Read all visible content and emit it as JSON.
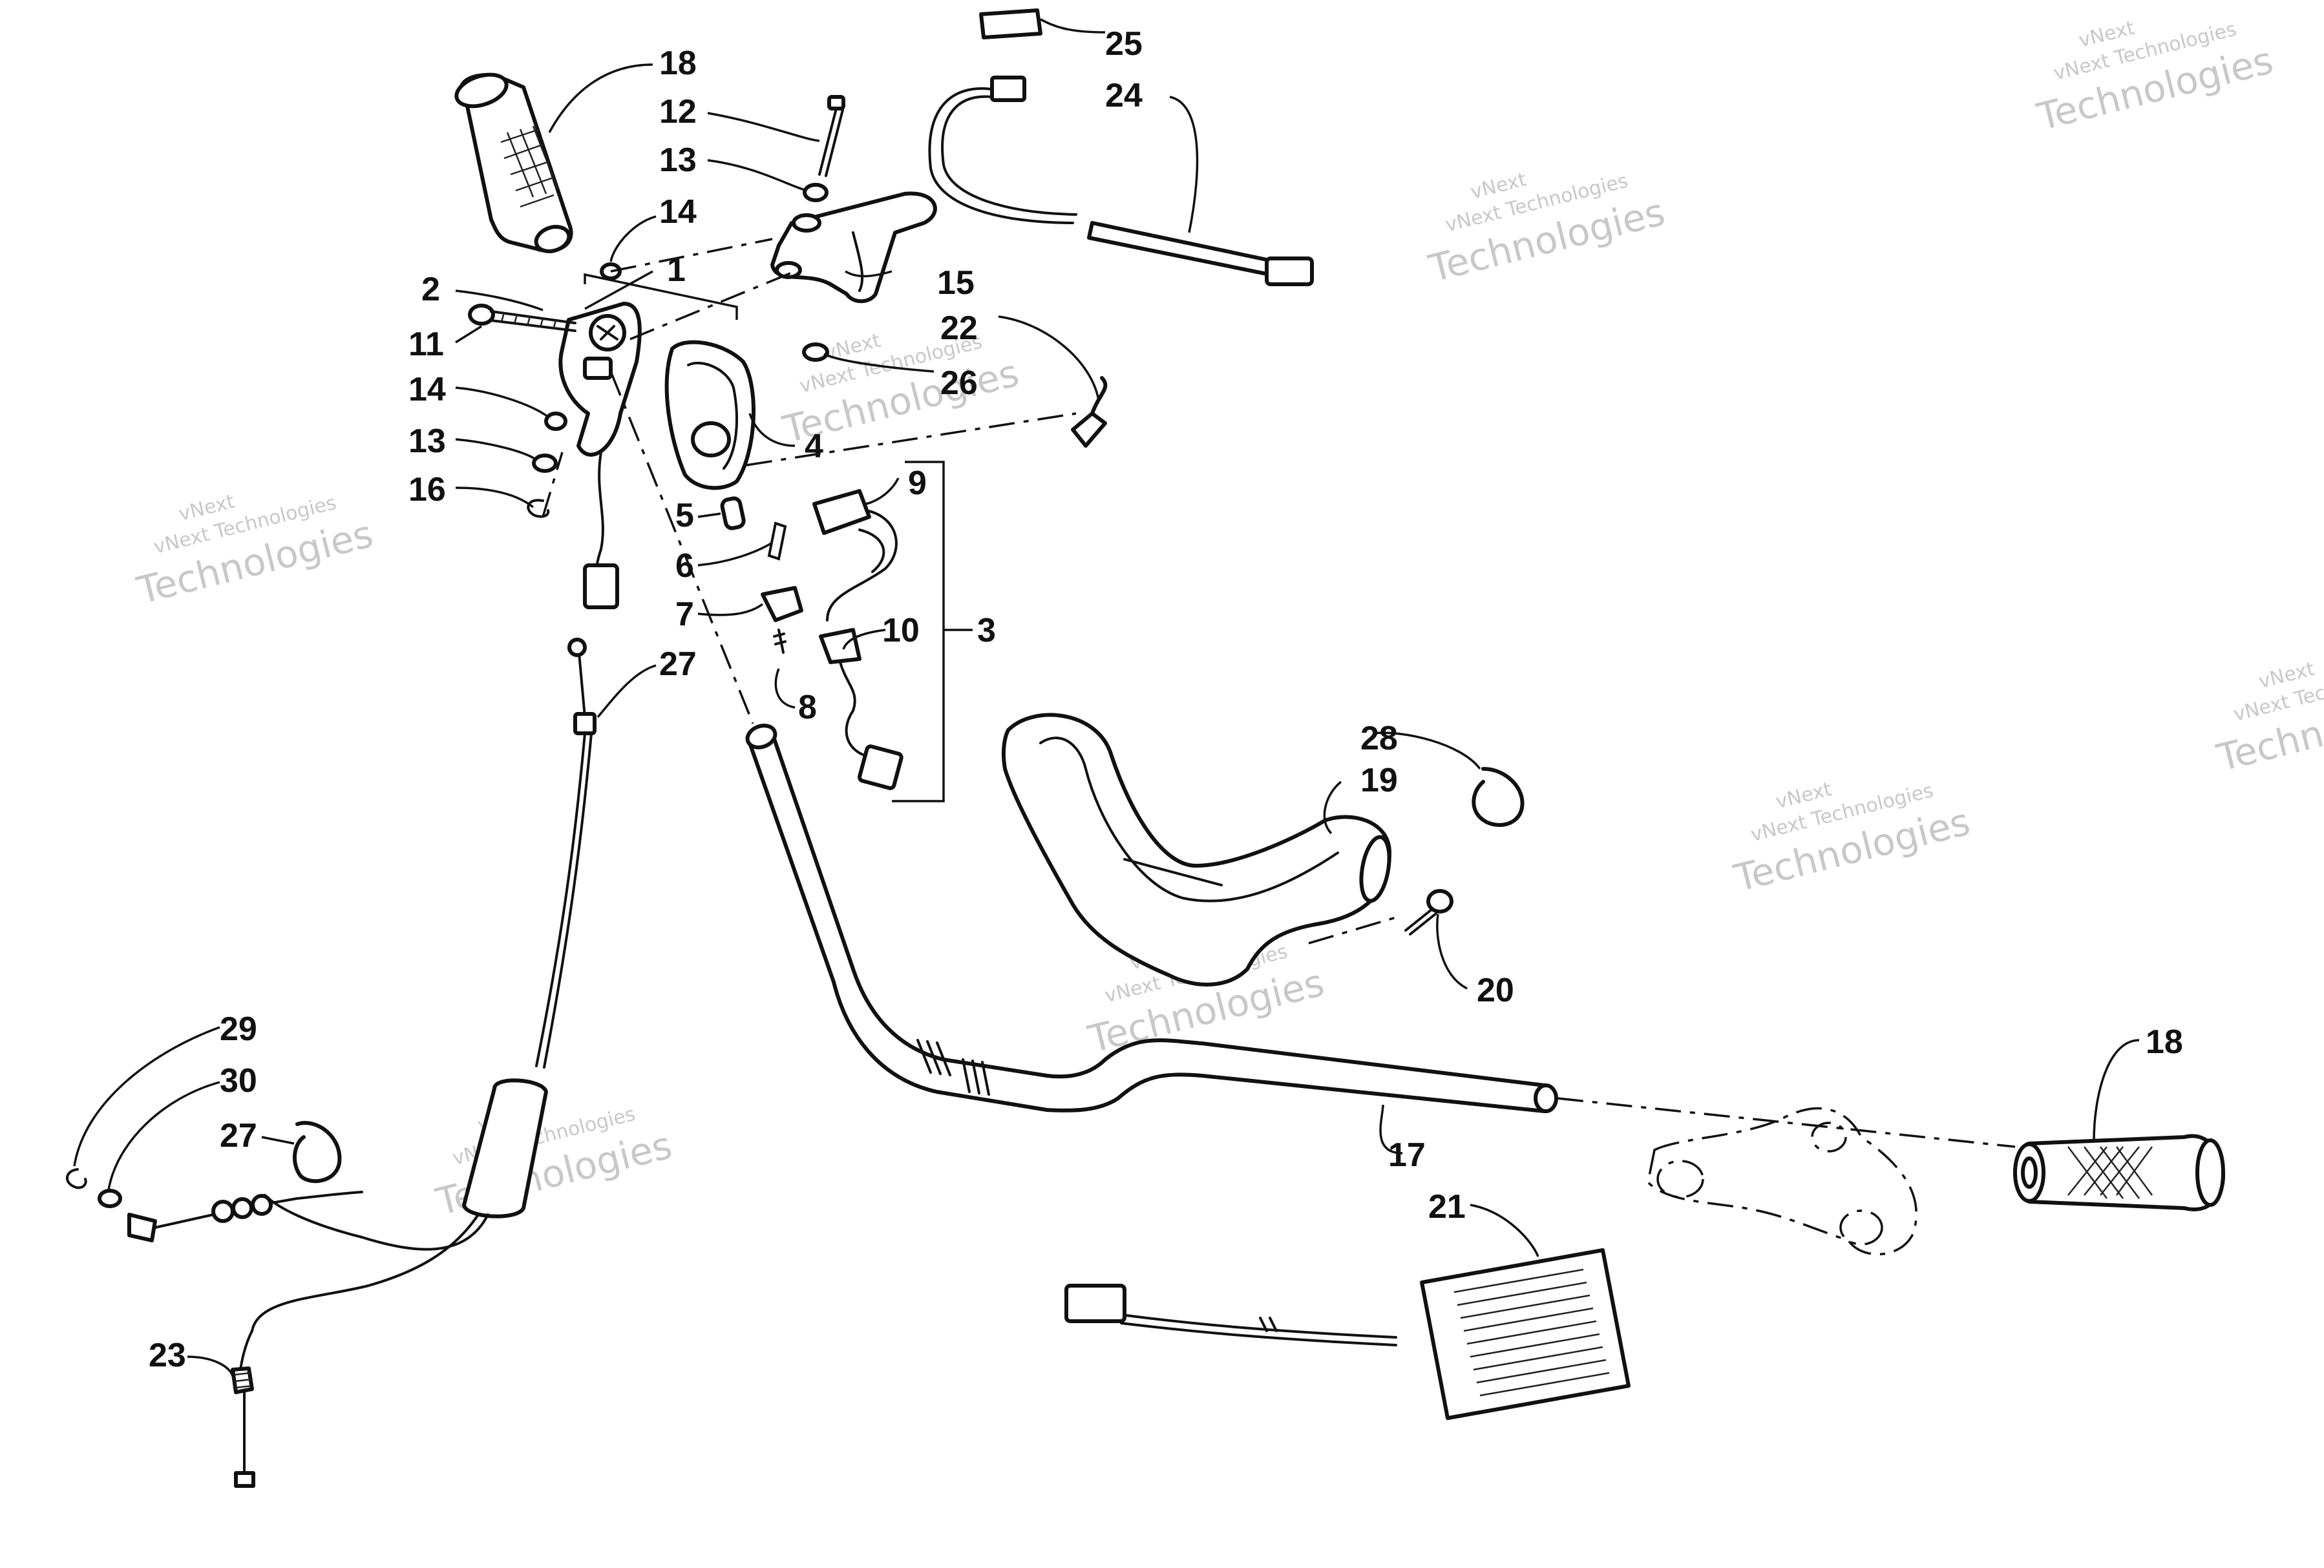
{
  "watermark": {
    "brand_line": "vNext",
    "company": "vNext Technologies",
    "large_line": "Technologies"
  },
  "callouts": [
    {
      "id": "c1",
      "label": "1"
    },
    {
      "id": "c2",
      "label": "2"
    },
    {
      "id": "c3",
      "label": "3"
    },
    {
      "id": "c4",
      "label": "4"
    },
    {
      "id": "c5",
      "label": "5"
    },
    {
      "id": "c6",
      "label": "6"
    },
    {
      "id": "c7",
      "label": "7"
    },
    {
      "id": "c8",
      "label": "8"
    },
    {
      "id": "c9",
      "label": "9"
    },
    {
      "id": "c10",
      "label": "10"
    },
    {
      "id": "c11",
      "label": "11"
    },
    {
      "id": "c12",
      "label": "12"
    },
    {
      "id": "c13a",
      "label": "13"
    },
    {
      "id": "c13b",
      "label": "13"
    },
    {
      "id": "c14a",
      "label": "14"
    },
    {
      "id": "c14b",
      "label": "14"
    },
    {
      "id": "c15",
      "label": "15"
    },
    {
      "id": "c16",
      "label": "16"
    },
    {
      "id": "c17",
      "label": "17"
    },
    {
      "id": "c18a",
      "label": "18"
    },
    {
      "id": "c18b",
      "label": "18"
    },
    {
      "id": "c19",
      "label": "19"
    },
    {
      "id": "c20",
      "label": "20"
    },
    {
      "id": "c21",
      "label": "21"
    },
    {
      "id": "c22",
      "label": "22"
    },
    {
      "id": "c23",
      "label": "23"
    },
    {
      "id": "c24",
      "label": "24"
    },
    {
      "id": "c25",
      "label": "25"
    },
    {
      "id": "c26",
      "label": "26"
    },
    {
      "id": "c27a",
      "label": "27"
    },
    {
      "id": "c27b",
      "label": "27"
    },
    {
      "id": "c28",
      "label": "28"
    },
    {
      "id": "c29",
      "label": "29"
    },
    {
      "id": "c30",
      "label": "30"
    }
  ]
}
